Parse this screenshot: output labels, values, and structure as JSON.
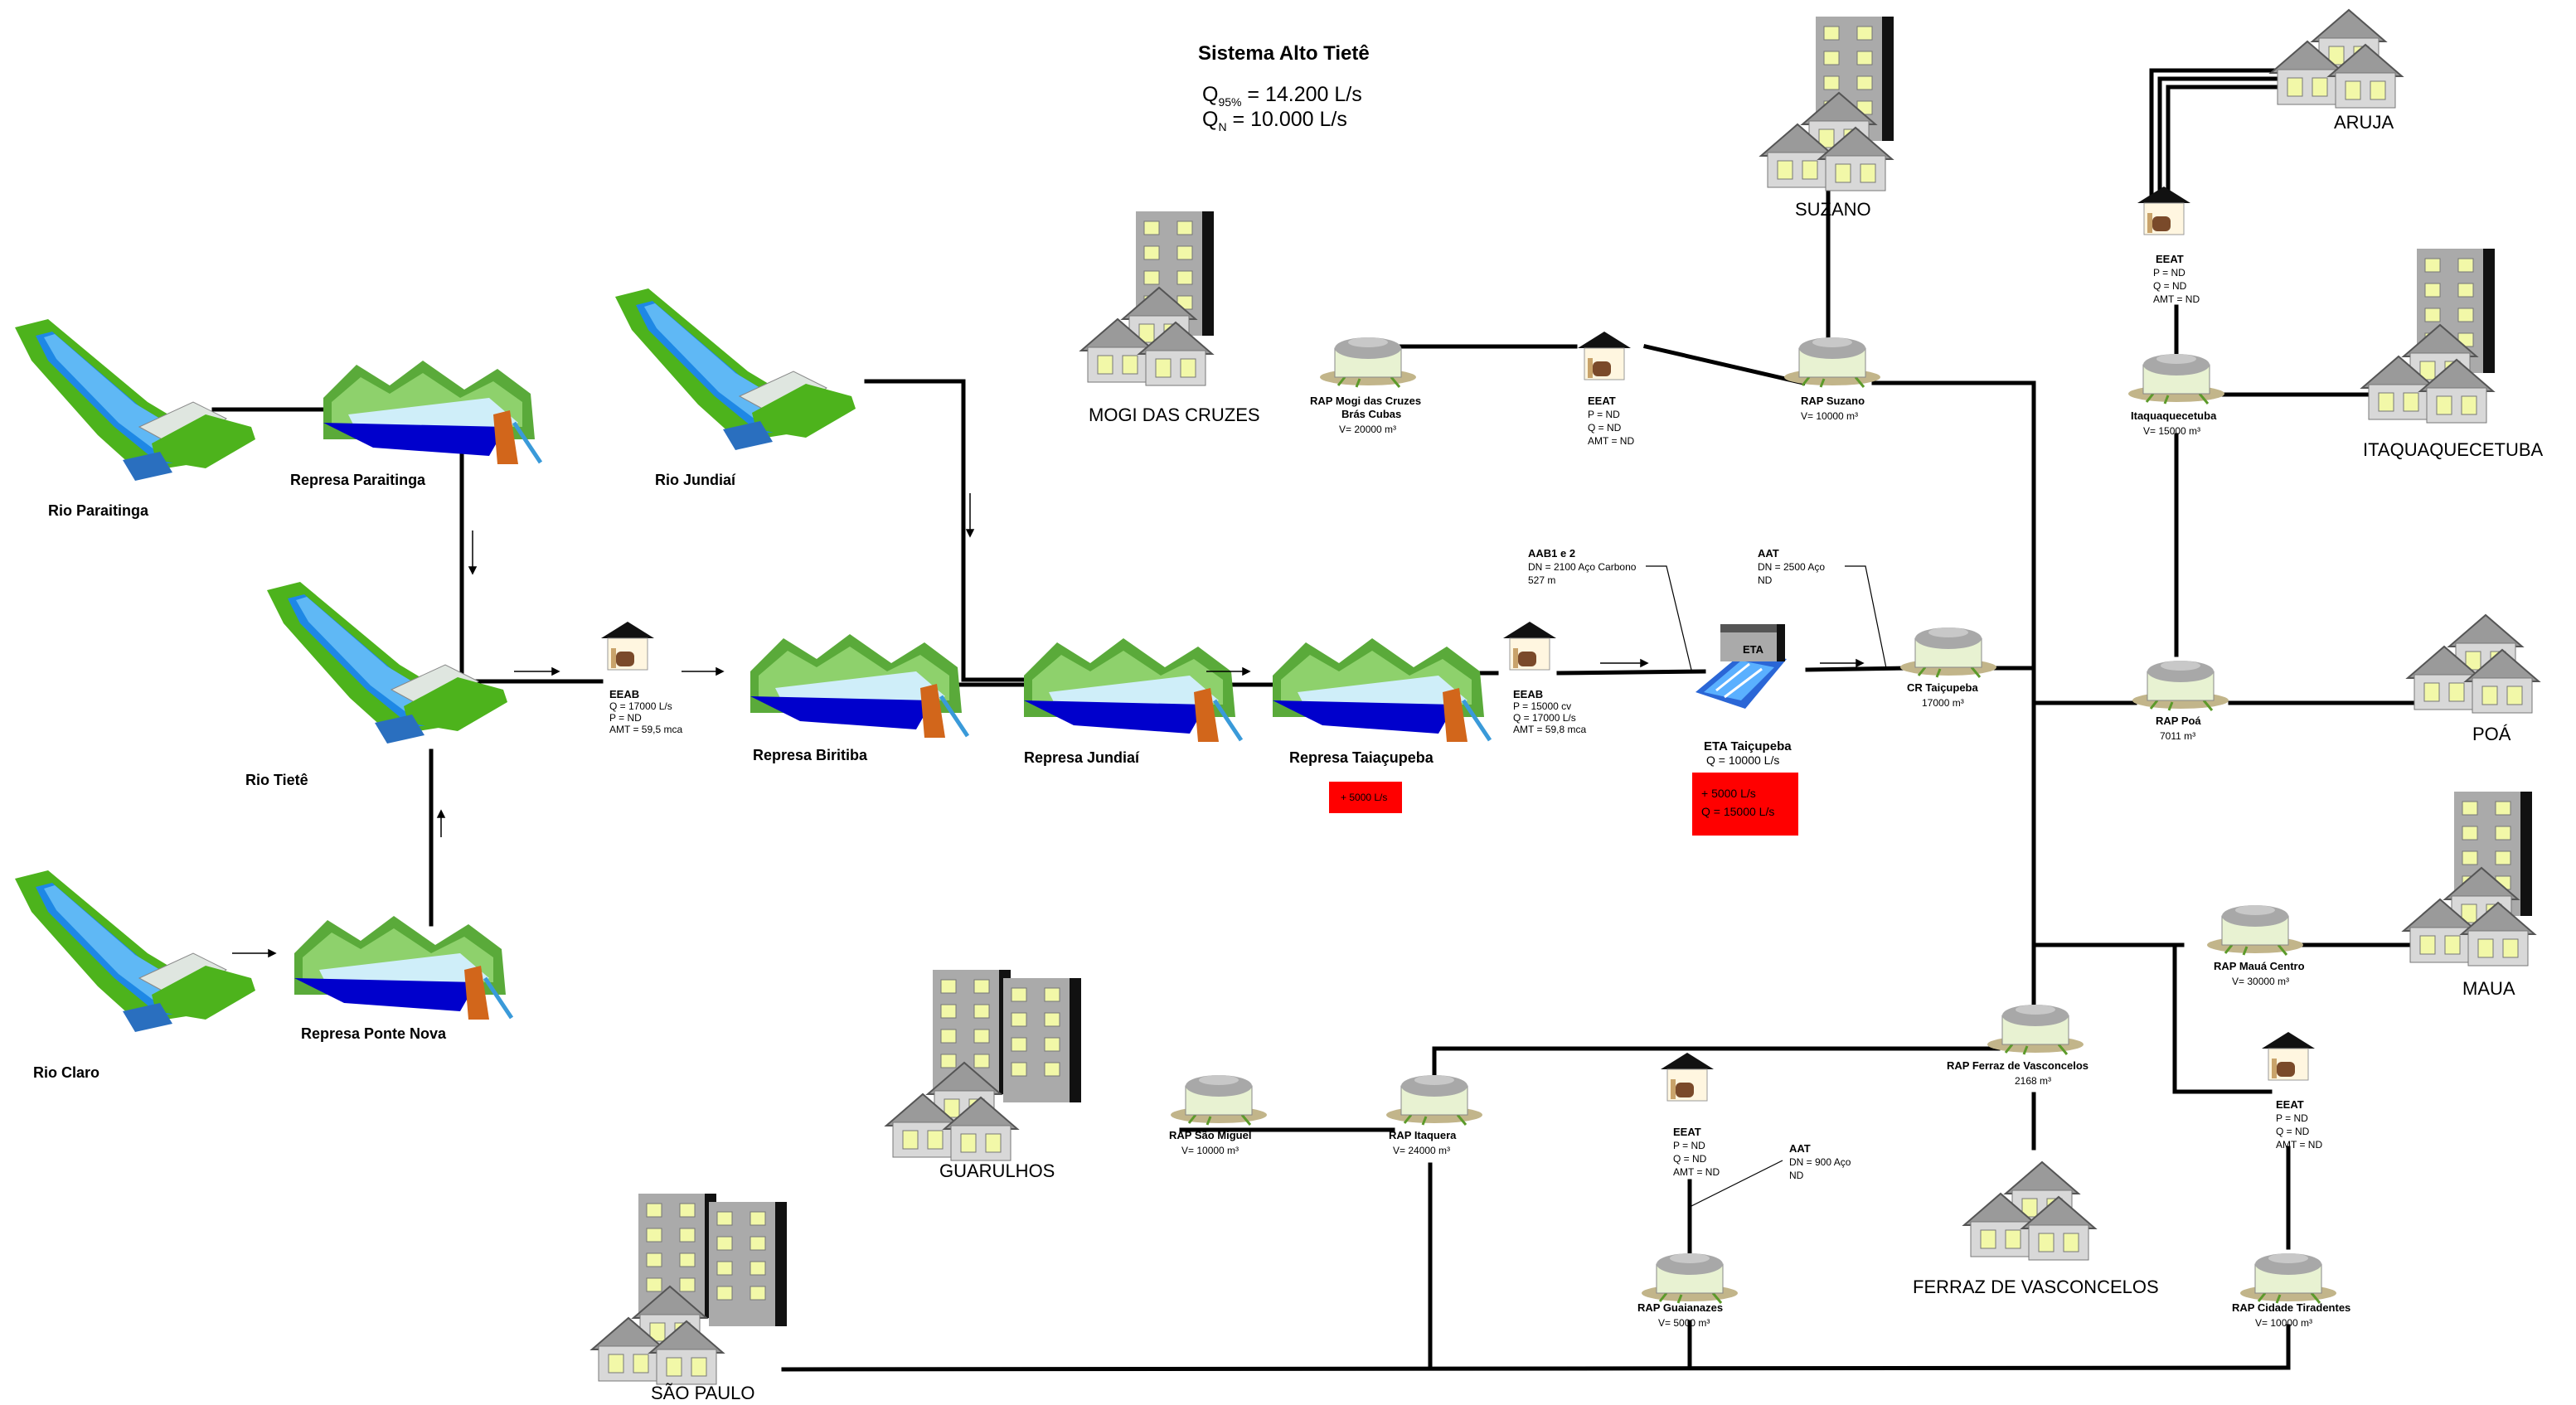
{
  "title": "Sistema Alto Tietê",
  "flow_q95_label": "Q",
  "flow_q95_sub": "95%",
  "flow_q95_value": " = 14.200 L/s",
  "flow_qn_label": "Q",
  "flow_qn_sub": "N",
  "flow_qn_value": " = 10.000 L/s",
  "rivers": {
    "paraitinga": "Rio Paraitinga",
    "tiete": "Rio Tietê",
    "claro": "Rio Claro",
    "jundiai": "Rio Jundiaí"
  },
  "dams": {
    "paraitinga": "Represa Paraitinga",
    "ponte_nova": "Represa Ponte Nova",
    "biritiba": "Represa Biritiba",
    "jundiai": "Represa Jundiaí",
    "taiacupeba": "Represa Taiaçupeba"
  },
  "eeab1": {
    "name": "EEAB",
    "lines": [
      "Q = 17000 L/s",
      "P = ND",
      "AMT = 59,5 mca"
    ]
  },
  "eeab2": {
    "name": "EEAB",
    "lines": [
      "P = 15000 cv",
      "Q = 17000 L/s",
      "AMT = 59,8 mca"
    ]
  },
  "aab": {
    "name": "AAB1 e 2",
    "lines": [
      "DN = 2100 Aço Carbono",
      "527 m"
    ]
  },
  "aat_top": {
    "name": "AAT",
    "lines": [
      "DN = 2500  Aço",
      "ND"
    ]
  },
  "aat_bottom": {
    "name": "AAT",
    "lines": [
      "DN = 900  Aço",
      "ND"
    ]
  },
  "eta": {
    "icon_text": "ETA",
    "name": "ETA Taiçupeba",
    "q": "Q = 10000 L/s"
  },
  "red_box_small": "+ 5000 L/s",
  "red_box_large": [
    "+  5000 L/s",
    "Q = 15000 L/s"
  ],
  "cr": {
    "name": "CR Taiçupeba",
    "vol": "17000 m³"
  },
  "rap_mogi": {
    "name1": "RAP Mogi das Cruzes",
    "name2": "Brás Cubas",
    "vol": "V= 20000 m³"
  },
  "eeat_mogi": {
    "name": "EEAT",
    "lines": [
      "P = ND",
      "Q = ND",
      "AMT = ND"
    ]
  },
  "rap_suzano": {
    "name": "RAP Suzano",
    "vol": "V= 10000 m³"
  },
  "eeat_aruja": {
    "name": "EEAT",
    "lines": [
      "P = ND",
      "Q = ND",
      "AMT = ND"
    ]
  },
  "rap_itaqua": {
    "name": "Itaquaquecetuba",
    "vol": "V= 15000 m³"
  },
  "rap_poa": {
    "name": "RAP Poá",
    "vol": "7011 m³"
  },
  "rap_maua": {
    "name": "RAP Mauá Centro",
    "vol": "V= 30000 m³"
  },
  "rap_ferraz": {
    "name": "RAP Ferraz de Vasconcelos",
    "vol": "2168 m³"
  },
  "eeat_tiradentes": {
    "name": "EEAT",
    "lines": [
      "P = ND",
      "Q = ND",
      "AMT = ND"
    ]
  },
  "rap_tiradentes": {
    "name": "RAP Cidade Tiradentes",
    "vol": "V= 10000 m³"
  },
  "rap_sao_miguel": {
    "name": "RAP São Miguel",
    "vol": "V= 10000 m³"
  },
  "rap_itaquera": {
    "name": "RAP Itaquera",
    "vol": "V= 24000 m³"
  },
  "eeat_guaianazes": {
    "name": "EEAT",
    "lines": [
      "P = ND",
      "Q = ND",
      "AMT = ND"
    ]
  },
  "rap_guaianazes": {
    "name": "RAP Guaianazes",
    "vol": "V= 5000 m³"
  },
  "cities": {
    "suzano": "SUZANO",
    "aruja": "ARUJA",
    "mogi": "MOGI DAS CRUZES",
    "itaqua": "ITAQUAQUECETUBA",
    "poa": "POÁ",
    "maua": "MAUA",
    "ferraz": "FERRAZ DE VASCONCELOS",
    "guarulhos": "GUARULHOS",
    "sao_paulo": "SÃO PAULO"
  },
  "colors": {
    "pipe": "#000000",
    "grass": "#5cbf2a",
    "water": "#1a6fd1",
    "reservoir_blue": "#0000cc",
    "red_box": "#ff0000",
    "tank": "#b8b8b8",
    "window": "#f2f8a8"
  },
  "icons": [
    "river-icon",
    "dam-icon",
    "pump-station-icon",
    "reservoir-tank-icon",
    "treatment-plant-icon",
    "city-buildings-icon",
    "houses-icon",
    "flow-arrow-icon"
  ]
}
